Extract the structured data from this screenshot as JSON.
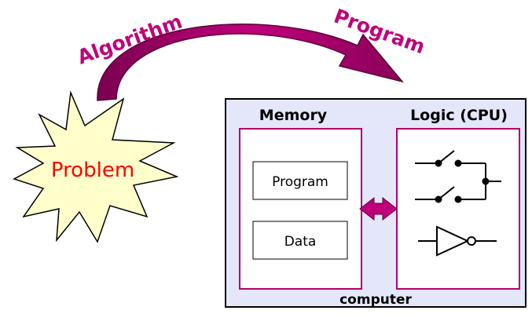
{
  "labels": {
    "algorithm": "Algorithm",
    "program_arrow": "Program",
    "problem": "Problem",
    "memory": "Memory",
    "logic": "Logic (CPU)",
    "program_box": "Program",
    "data_box": "Data",
    "computer": "computer"
  },
  "colors": {
    "magenta": "#c0007a",
    "arrow_fill": "#a0006a",
    "computer_bg": "#e4e6fa",
    "panel_border": "#b0006a",
    "star_fill": "#ffffcc",
    "problem_text": "#ff0000",
    "label_text": "#000000"
  }
}
